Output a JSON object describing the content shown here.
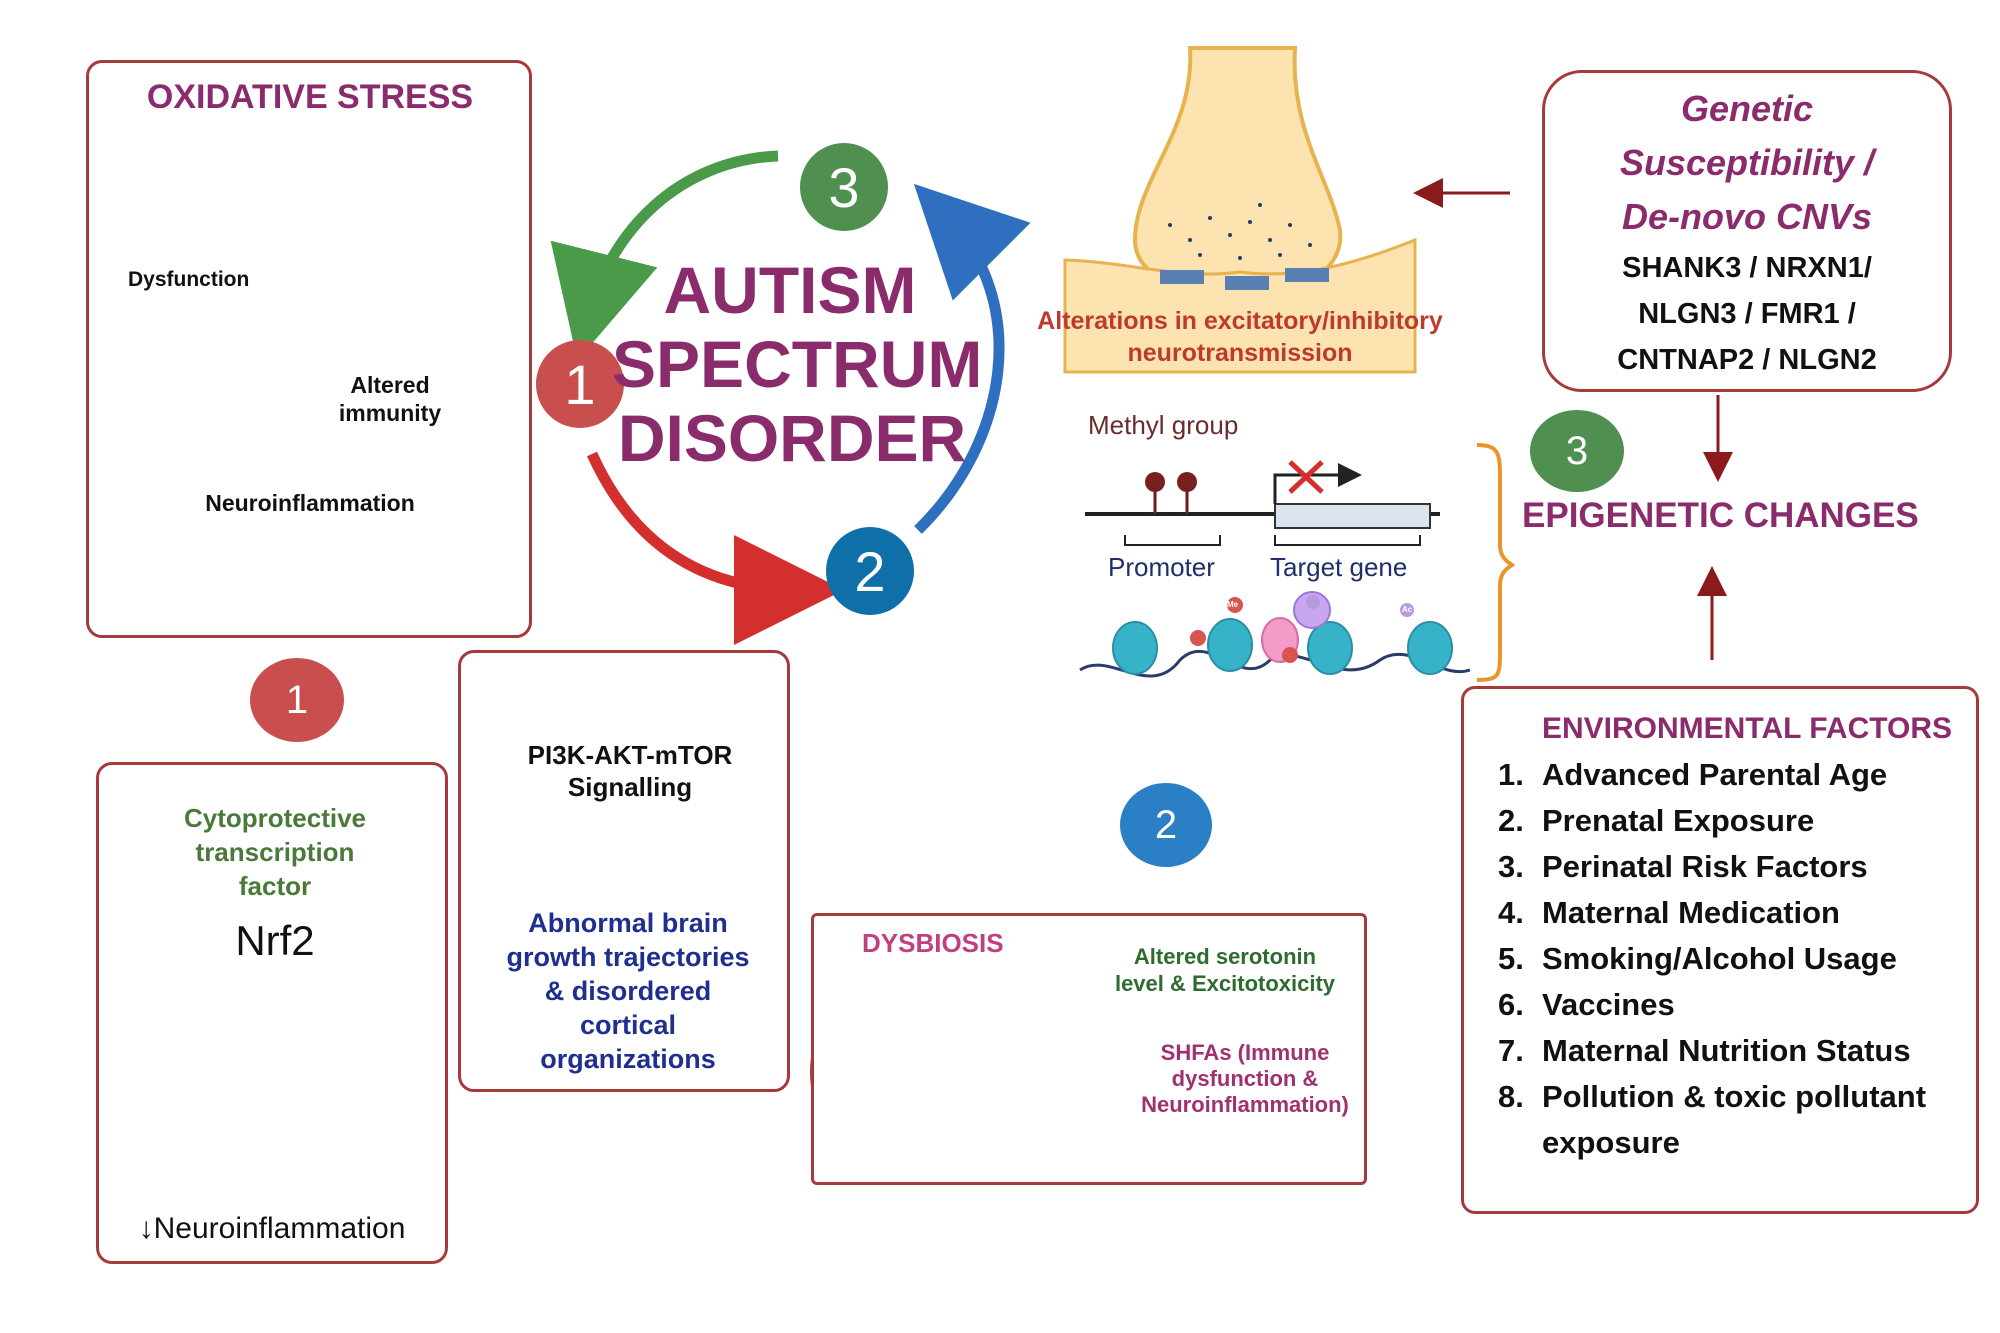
{
  "colors": {
    "box_border": "#a63a3a",
    "title_purple": "#8a2c6b",
    "circle1_red": "#c94f4f",
    "circle2_blue": "#2b7fc4",
    "circle3_green": "#4f8f4f",
    "arrow_red": "#d32f2f",
    "arrow_blue": "#2f6fbf",
    "arrow_green": "#4a9a4a",
    "text_green": "#4a7a3a",
    "text_navy": "#1f2f8f",
    "text_red": "#c03a2b",
    "text_pink": "#c0407f"
  },
  "center": {
    "title_lines": [
      "AUTISM",
      "SPECTRUM",
      "DISORDER"
    ],
    "badge_1": "1",
    "badge_2": "2",
    "badge_3": "3"
  },
  "oxidative_stress": {
    "title": "OXIDATIVE STRESS",
    "mito_label": "Dysfunction",
    "immunity_label_1": "Altered",
    "immunity_label_2": "immunity",
    "neuroinflammation_label": "Neuroinflammation"
  },
  "nrf2_section": {
    "badge": "1",
    "factor_lines": [
      "Cytoprotective",
      "transcription",
      "factor"
    ],
    "nrf2": "Nrf2",
    "result": "↓Neuroinflammation"
  },
  "brain_section": {
    "pathway_lines": [
      "PI3K-AKT-mTOR",
      "Signalling"
    ],
    "outcome_lines": [
      "Abnormal brain",
      "growth trajectories",
      "& disordered",
      "cortical",
      "organizations"
    ]
  },
  "dysbiosis": {
    "badge": "2",
    "title": "DYSBIOSIS",
    "effect1_lines": [
      "Altered serotonin",
      "level & Excitotoxicity"
    ],
    "effect2_lines": [
      "SHFAs (Immune",
      "dysfunction &",
      "Neuroinflammation)"
    ]
  },
  "synapse": {
    "label_lines": [
      "Alterations in excitatory/inhibitory",
      "neurotransmission"
    ]
  },
  "genetic": {
    "title_lines": [
      "Genetic",
      "Susceptibility /",
      "De-novo CNVs"
    ],
    "gene_lines": [
      "SHANK3 / NRXN1/",
      "NLGN3 / FMR1 /",
      "CNTNAP2 / NLGN2"
    ]
  },
  "epigenetic": {
    "methyl_label": "Methyl group",
    "promoter_label": "Promoter",
    "target_label": "Target gene",
    "badge": "3",
    "title": "EPIGENETIC CHANGES",
    "histone_mark_me": "Me",
    "histone_mark_ac": "Ac"
  },
  "environmental": {
    "title": "ENVIRONMENTAL FACTORS",
    "items": [
      {
        "num": "1.",
        "text": "Advanced Parental Age"
      },
      {
        "num": "2.",
        "text": "Prenatal Exposure"
      },
      {
        "num": "3.",
        "text": "Perinatal Risk Factors"
      },
      {
        "num": "4.",
        "text": "Maternal Medication"
      },
      {
        "num": "5.",
        "text": "Smoking/Alcohol Usage"
      },
      {
        "num": "6.",
        "text": "Vaccines"
      },
      {
        "num": "7.",
        "text": "Maternal Nutrition Status"
      },
      {
        "num": "8.",
        "text": "Pollution & toxic pollutant"
      }
    ],
    "item8_cont": "exposure"
  }
}
